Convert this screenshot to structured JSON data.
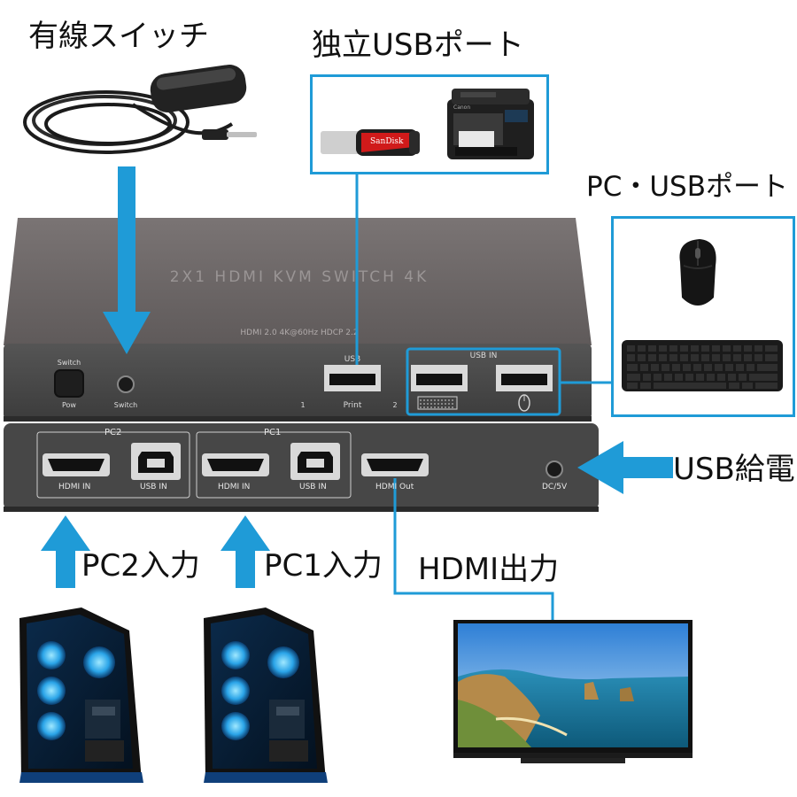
{
  "callouts": {
    "wired_switch": "有線スイッチ",
    "independent_usb": "独立USBポート",
    "pc_usb": "PC・USBポート",
    "usb_power": "USB給電",
    "pc2_input": "PC2入力",
    "pc1_input": "PC1入力",
    "hdmi_output": "HDMI出力"
  },
  "device": {
    "top_title": "2X1 HDMI KVM SWITCH 4K",
    "spec_line": "HDMI 2.0   4K@60Hz   HDCP 2.2"
  },
  "front_panel": {
    "switch_top": "Switch",
    "switch_bottom": "Pow",
    "jack_label": "Switch",
    "usb_label": "USB",
    "print_label": "Print",
    "num_1": "1",
    "num_2": "2",
    "usb_in_label": "USB IN"
  },
  "rear_panel": {
    "pc2_label": "PC2",
    "pc1_label": "PC1",
    "hdmi_in_pc2": "HDMI IN",
    "usb_in_pc2": "USB IN",
    "hdmi_in_pc1": "HDMI IN",
    "usb_in_pc1": "USB IN",
    "hdmi_out": "HDMI Out",
    "dc_label": "DC/5V"
  },
  "usb_stick_brand": "SanDisk",
  "printer_brand": "Canon",
  "colors": {
    "accent_blue": "#1f9bd7",
    "device_body": "#4a4a4a",
    "device_top": "#6d6767"
  }
}
